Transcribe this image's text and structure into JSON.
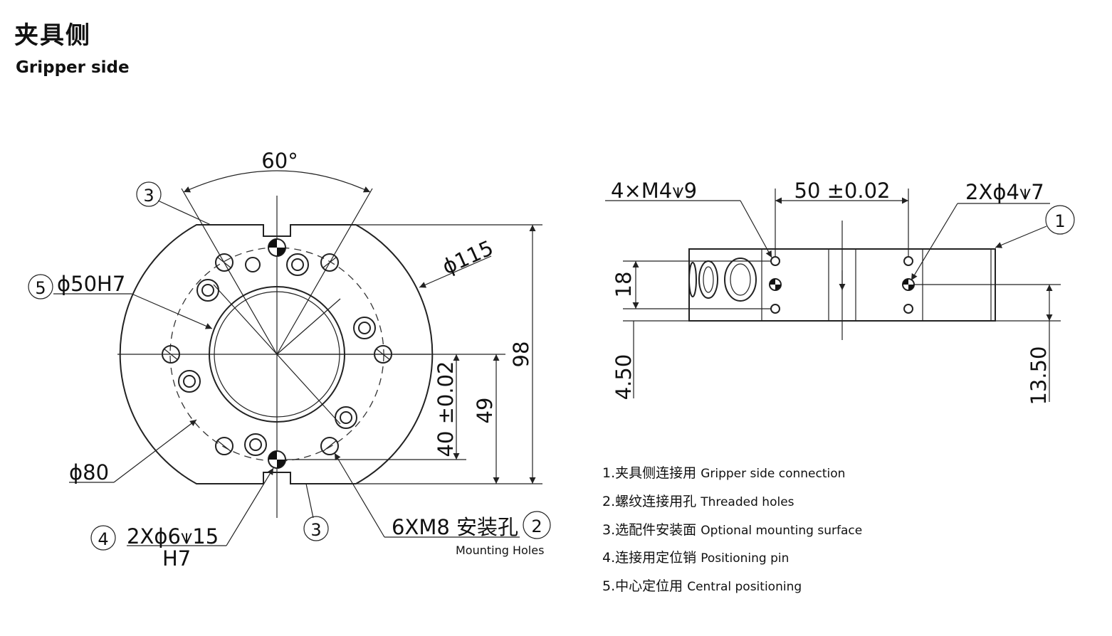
{
  "title": {
    "cn": "夹具侧",
    "en": "Gripper side"
  },
  "front_view": {
    "angle": "60°",
    "dia_outer": "ϕ115",
    "dia_center": "ϕ50H7",
    "dia_bolt_circle": "ϕ80",
    "dim_height": "98",
    "dim_49": "49",
    "dim_40": "40 ±0.02",
    "pin_callout_line1": "2Xϕ6⩛15",
    "pin_callout_line2": "H7",
    "mount_holes": "6XM8 安装孔",
    "mount_holes_en": "Mounting Holes",
    "markers": [
      "1",
      "2",
      "3",
      "4",
      "5"
    ]
  },
  "side_view": {
    "thread_callout": "4×M4⩛9",
    "dim_50": "50 ±0.02",
    "pin_callout": "2Xϕ4⩛7",
    "dim_18": "18",
    "dim_450": "4.50",
    "dim_1350": "13.50"
  },
  "legend": [
    {
      "num": "1.",
      "cn": "夹具侧连接用",
      "en": "Gripper side connection"
    },
    {
      "num": "2.",
      "cn": "螺纹连接用孔",
      "en": "Threaded holes"
    },
    {
      "num": "3.",
      "cn": "选配件安装面",
      "en": "Optional mounting surface"
    },
    {
      "num": "4.",
      "cn": "连接用定位销",
      "en": "Positioning pin"
    },
    {
      "num": "5.",
      "cn": "中心定位用",
      "en": "Central positioning"
    }
  ]
}
